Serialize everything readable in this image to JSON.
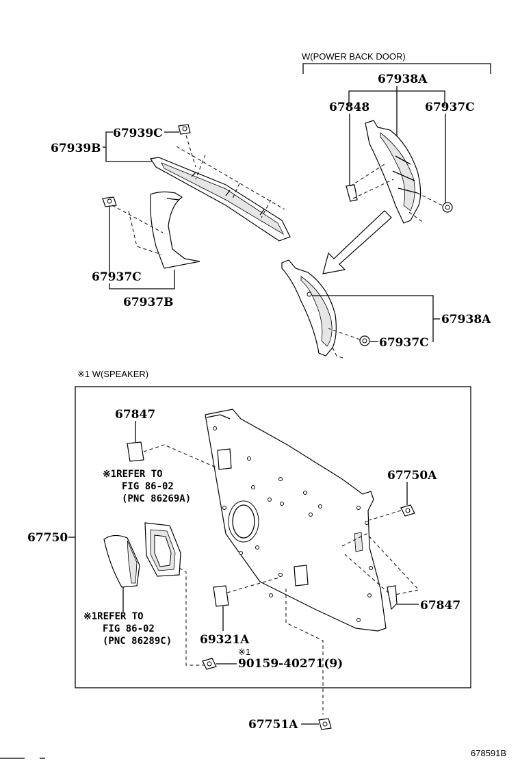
{
  "header": {
    "power_back_door": "W(POWER BACK DOOR)",
    "speaker_note": "※1 W(SPEAKER)"
  },
  "labels": {
    "p67938A_top": "67938A",
    "p67848": "67848",
    "p67937C_top": "67937C",
    "p67939C": "67939C",
    "p67939B": "67939B",
    "p67937C_left": "67937C",
    "p67937B": "67937B",
    "p67938A_right": "67938A",
    "p67937C_bottom": "67937C",
    "p67847_top": "67847",
    "p67750A": "67750A",
    "p67750": "67750",
    "p67847_right": "67847",
    "p69321A": "69321A",
    "p90159_mark": "※1",
    "p90159": "90159-40271(9)",
    "p67751A": "67751A"
  },
  "refs": {
    "ref1_line1": "※1REFER TO",
    "ref1_line2": "FIG 86-02",
    "ref1_line3": "(PNC 86269A)",
    "ref2_line1": "※1REFER TO",
    "ref2_line2": "FIG 86-02",
    "ref2_line3": "(PNC 86289C)"
  },
  "footer": {
    "figure_code": "678591B"
  }
}
